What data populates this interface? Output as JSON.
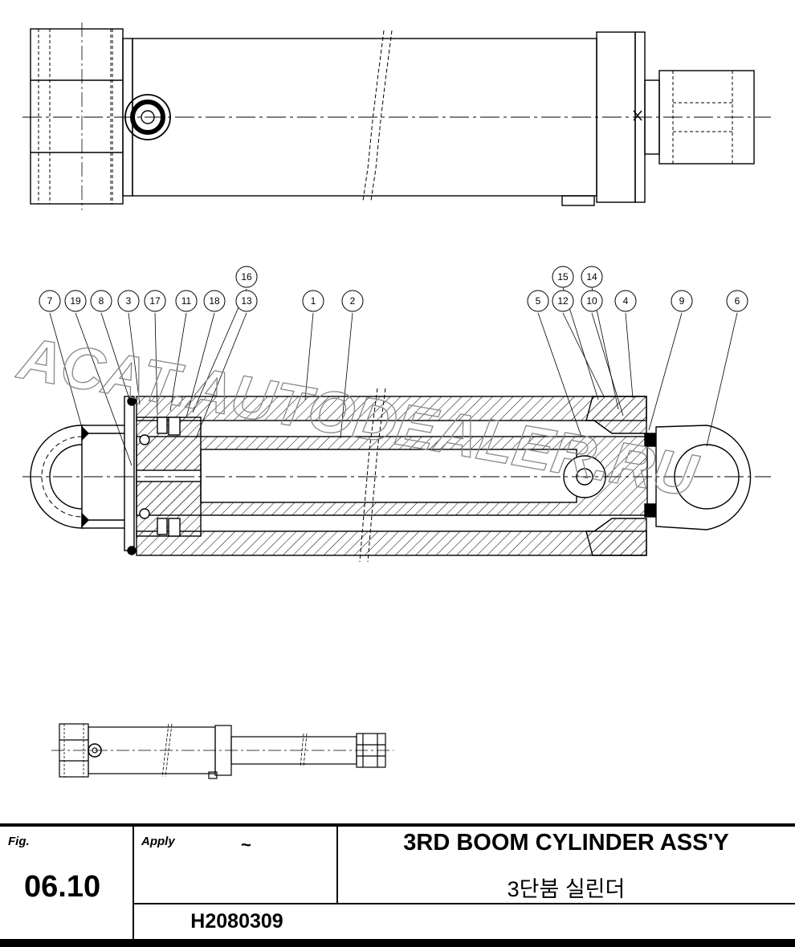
{
  "watermark": "ACAT.AUTODEALER.RU",
  "balloons": [
    "1",
    "2",
    "3",
    "4",
    "5",
    "6",
    "7",
    "8",
    "9",
    "10",
    "11",
    "12",
    "13",
    "14",
    "15",
    "16",
    "17",
    "18",
    "19"
  ],
  "title_block": {
    "fig_label": "Fig.",
    "fig_number": "06.10",
    "apply_label": "Apply",
    "apply_value": "~",
    "title_en": "3RD BOOM CYLINDER ASS'Y",
    "title_ko": "3단붐 실린더",
    "part_number": "H2080309"
  }
}
